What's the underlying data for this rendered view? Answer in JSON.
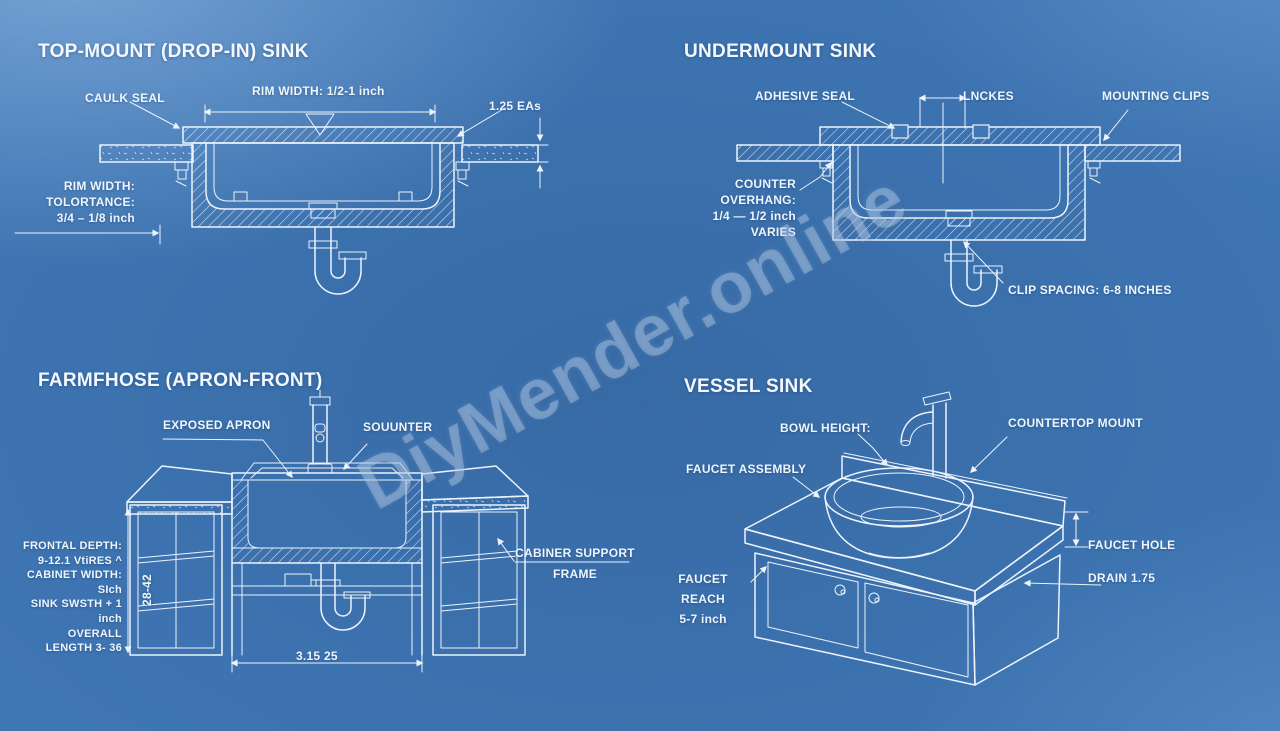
{
  "watermark": {
    "text": "DiyMender.online"
  },
  "colors": {
    "background": "#3f77b5",
    "linework": "#ecf3fc",
    "watermark": "rgba(206,227,249,0.34)"
  },
  "sections": {
    "top_mount": {
      "title": "TOP-MOUNT (DROP-IN) SINK",
      "caulk_seal": "CAULK SEAL",
      "rim_width": "RIM WIDTH: 1/2-1 inch",
      "edge_note": "1.25 EAs",
      "tol1": "RIM WIDTH:",
      "tol2": "TOLORTANCE:",
      "tol3": "3/4 – 1/8 inch"
    },
    "undermount": {
      "title": "UNDERMOUNT SINK",
      "adhesive_seal": "ADHESIVE SEAL",
      "inches_note": "LNCKES",
      "mounting_clips": "MOUNTING CLIPS",
      "over1": "COUNTER OVERHANG:",
      "over2": "1/4 — 1/2 inch",
      "over3": "VARIES",
      "clip_spacing": "CLIP SPACING: 6-8 INCHES"
    },
    "farmhouse": {
      "title": "FARMFHOSE (APRON-FRONT)",
      "exposed_apron": "EXPOSED APRON",
      "counter_note": "SOUUNTER",
      "l1": "FRONTAL DEPTH:",
      "l2": "9-12.1 VtiRES ^",
      "l3": "CABINET WIDTH: SIch",
      "l4": "SINK SWSTH + 1 inch",
      "l5": "OVERALL LENGTH 3- 36",
      "height_dim": "28-42",
      "support1": "CABINER SUPPORT",
      "support2": "FRAME",
      "width_dim": "3.15 25"
    },
    "vessel": {
      "title": "VESSEL SINK",
      "bowl_height": "BOWL HEIGHT:",
      "countertop_mount": "COUNTERTOP MOUNT",
      "faucet_assembly": "FAUCET ASSEMBLY",
      "faucet_hole": "FAUCET HOLE",
      "reach1": "FAUCET REACH",
      "reach2": "5-7 inch",
      "drain": "DRAIN 1.75"
    }
  }
}
